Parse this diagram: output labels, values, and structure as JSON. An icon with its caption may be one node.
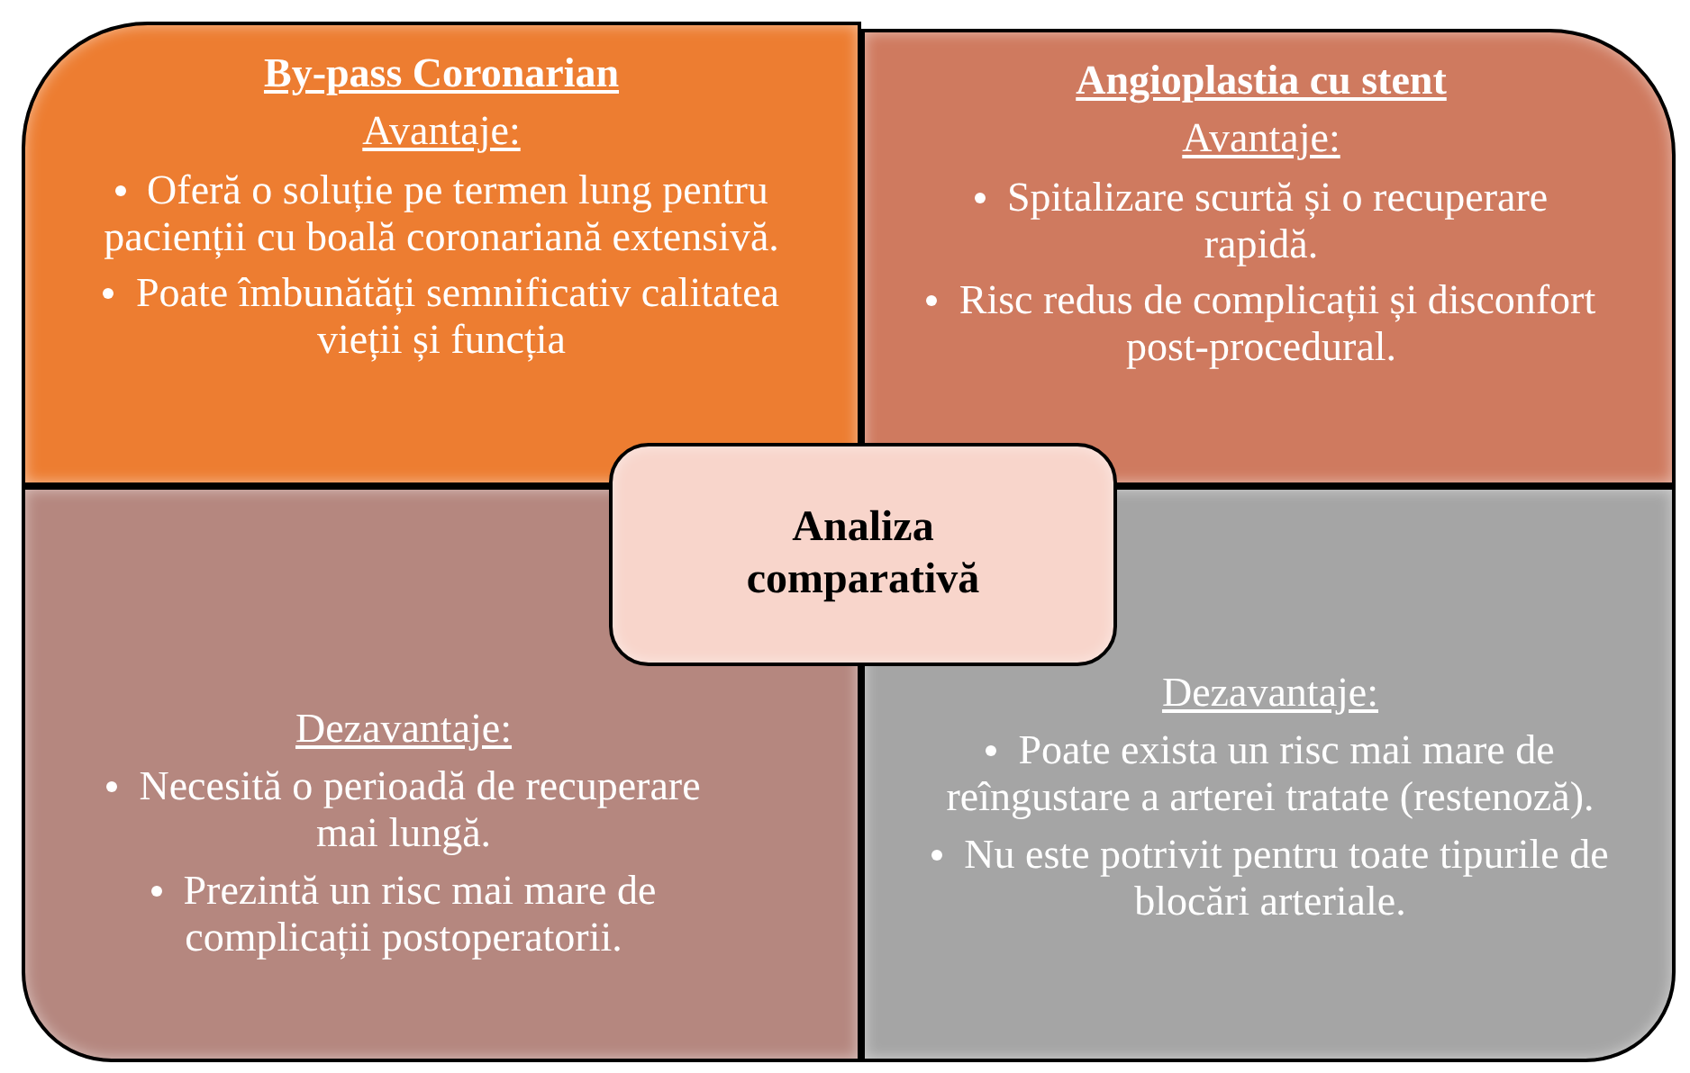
{
  "diagram": {
    "nodes": [
      {
        "text": [
          "By-pass Coronarian",
          "Avantaje:",
          "Oferă o soluție pe termen lung pentru pacienții cu boală coronariană extensivă.",
          "Poate îmbunătăți semnificativ calitatea vieții și funcția"
        ]
      },
      {
        "text": [
          "Angioplastia cu stent",
          "Avantaje:",
          "Spitalizare scurtă și o recuperare rapidă.",
          "Risc redus de complicații și disconfort post-procedural."
        ]
      },
      {
        "text": [
          "Dezavantaje:",
          "Necesită o perioadă de recuperare mai lungă.",
          "Prezintă un risc mai mare de complicații postoperatorii."
        ]
      },
      {
        "text": [
          "Dezavantaje:",
          "Poate exista un risc mai mare de reîngustare a arterei tratate (restenoză).",
          "Nu este potrivit pentru toate tipurile de blocări arteriale."
        ]
      },
      {
        "text": [
          "Analiza comparativă"
        ]
      }
    ],
    "edges": []
  }
}
